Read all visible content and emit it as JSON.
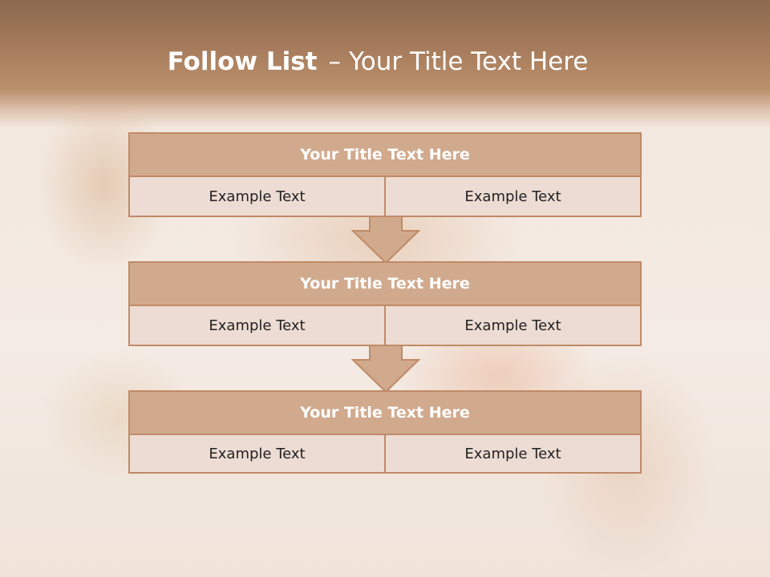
{
  "slide": {
    "title_bold": "Follow List",
    "title_dash": "–",
    "title_rest": "Your Title Text Here"
  },
  "steps": [
    {
      "title": "Your Title Text Here",
      "left": "Example Text",
      "right": "Example Text"
    },
    {
      "title": "Your Title Text Here",
      "left": "Example Text",
      "right": "Example Text"
    },
    {
      "title": "Your Title Text Here",
      "left": "Example Text",
      "right": "Example Text"
    }
  ],
  "colors": {
    "header": "#a57a5a",
    "block_title_fill": "#d1aa8e",
    "block_border": "#c08a66",
    "cell_fill": "#ecdcd3",
    "arrow_fill": "#d1aa8e"
  },
  "icons": {
    "connector": "down-arrow-icon"
  }
}
